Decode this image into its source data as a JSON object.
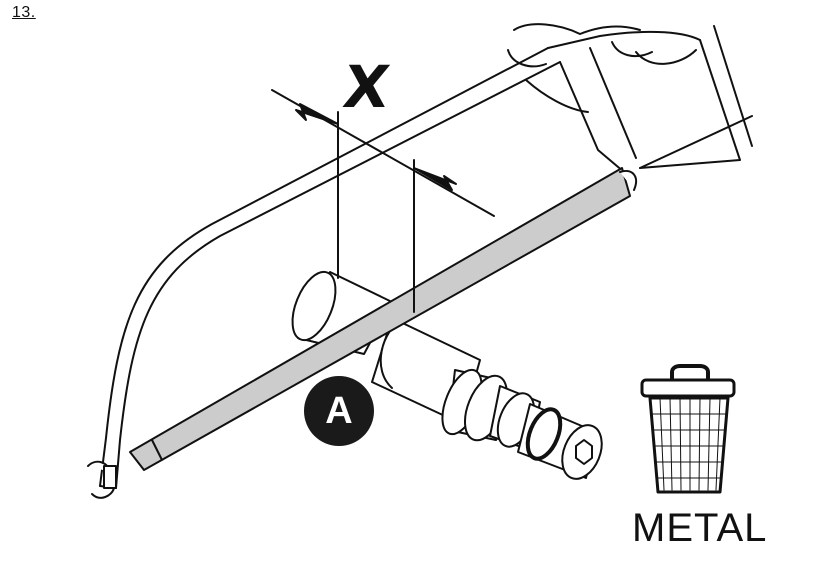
{
  "step": {
    "number": "13."
  },
  "dimension": {
    "label": "X"
  },
  "callout": {
    "label": "A"
  },
  "recycling": {
    "material": "METAL",
    "icon": "trash-bin-icon"
  },
  "colors": {
    "ink": "#111111",
    "blade": "#cccccc",
    "callout_fill": "#1a1a1a"
  }
}
